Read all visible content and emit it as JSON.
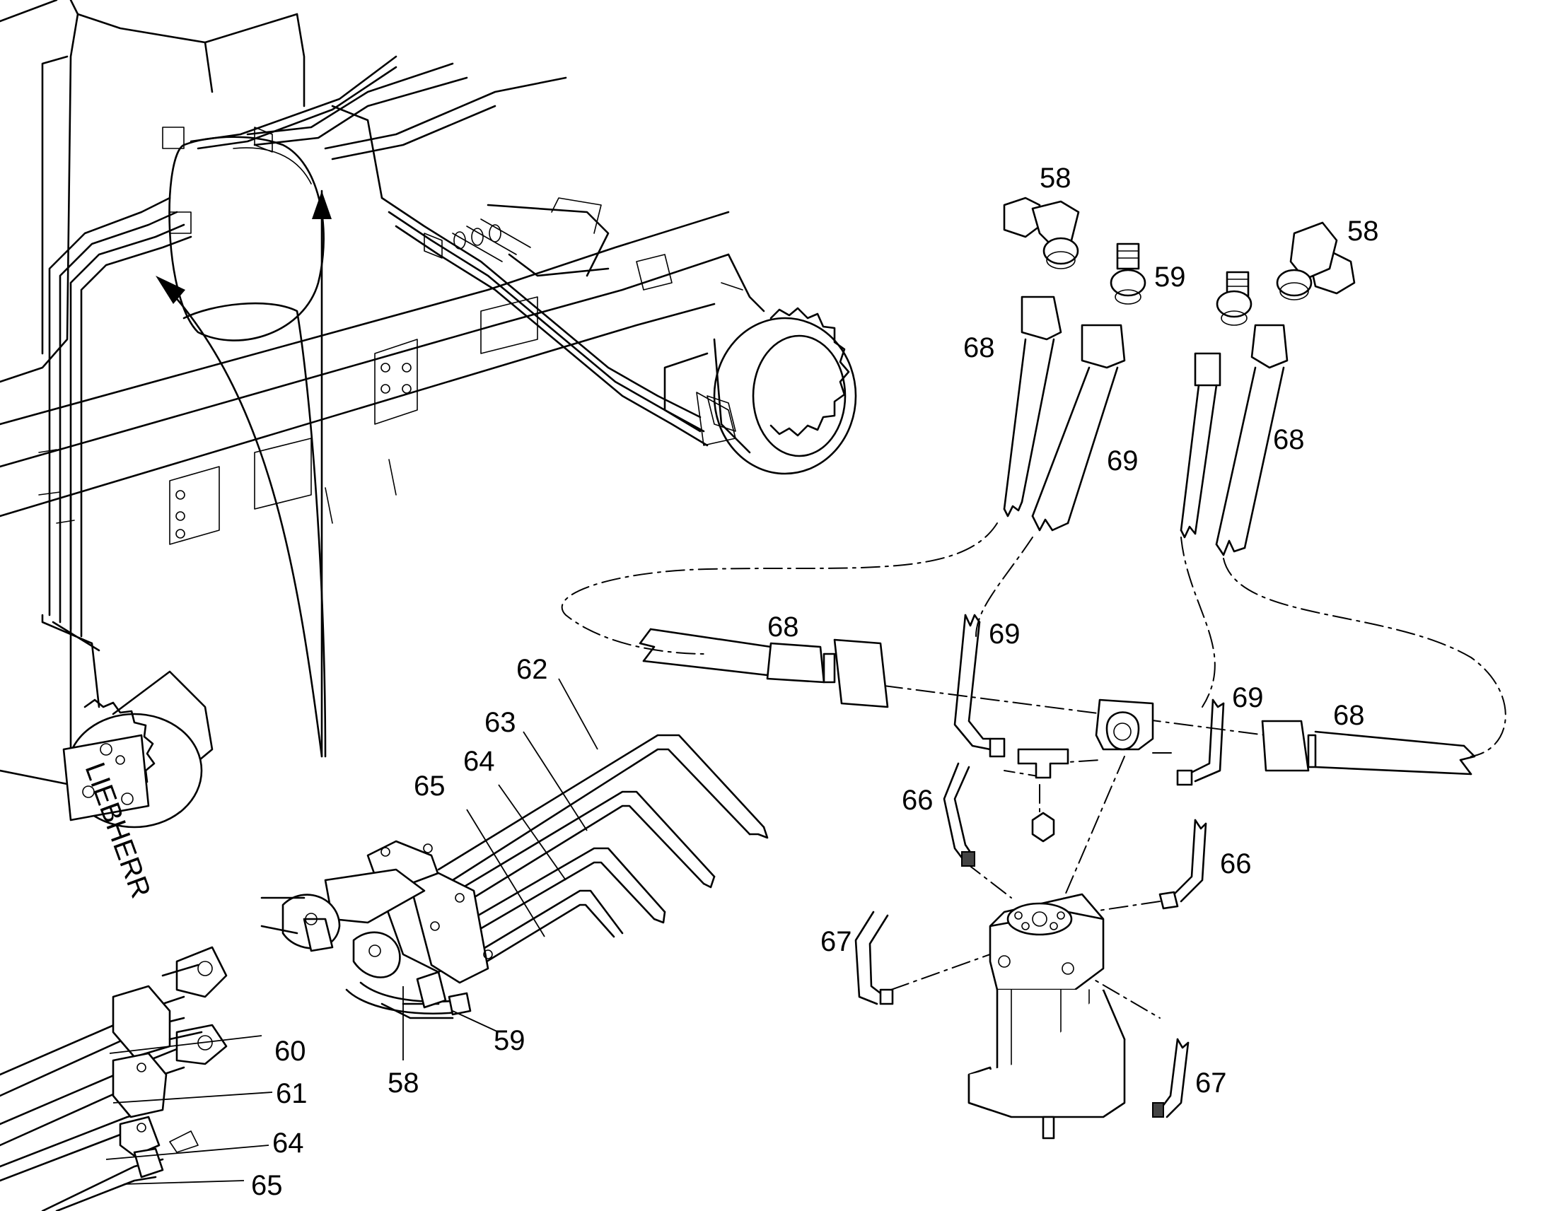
{
  "callouts": [
    {
      "id": "c-58-top",
      "text": "58"
    },
    {
      "id": "c-58-topright",
      "text": "58"
    },
    {
      "id": "c-59-top",
      "text": "59"
    },
    {
      "id": "c-68-a",
      "text": "68"
    },
    {
      "id": "c-69-a",
      "text": "69"
    },
    {
      "id": "c-68-b",
      "text": "68"
    },
    {
      "id": "c-68-mid",
      "text": "68"
    },
    {
      "id": "c-69-mid",
      "text": "69"
    },
    {
      "id": "c-69-right",
      "text": "69"
    },
    {
      "id": "c-68-right",
      "text": "68"
    },
    {
      "id": "c-62",
      "text": "62"
    },
    {
      "id": "c-63",
      "text": "63"
    },
    {
      "id": "c-64-mid",
      "text": "64"
    },
    {
      "id": "c-65-mid",
      "text": "65"
    },
    {
      "id": "c-66-left",
      "text": "66"
    },
    {
      "id": "c-66-right",
      "text": "66"
    },
    {
      "id": "c-67-left",
      "text": "67"
    },
    {
      "id": "c-67-right",
      "text": "67"
    },
    {
      "id": "c-60",
      "text": "60"
    },
    {
      "id": "c-61",
      "text": "61"
    },
    {
      "id": "c-64-bottom",
      "text": "64"
    },
    {
      "id": "c-65-bottom",
      "text": "65"
    },
    {
      "id": "c-58-bottom",
      "text": "58"
    },
    {
      "id": "c-59-bottom",
      "text": "59"
    }
  ],
  "machine": {
    "brand_mark": "LIEBHERR"
  }
}
